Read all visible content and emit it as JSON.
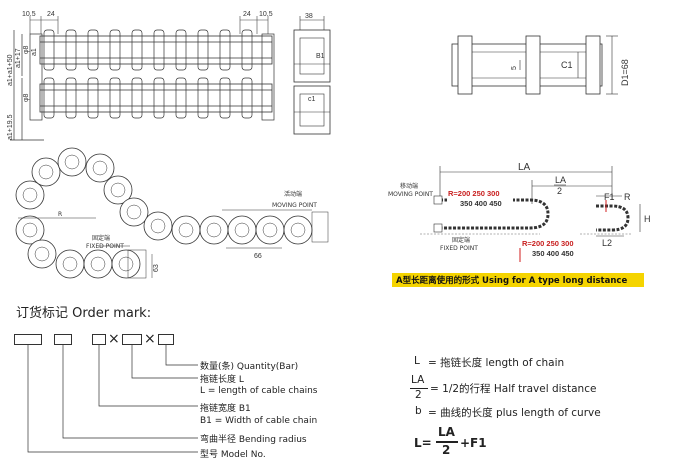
{
  "top_left": {
    "dims": {
      "d105a": "10.5",
      "d24a": "24",
      "d24b": "24",
      "d105b": "10.5",
      "d38": "38",
      "a1p17": "a1+17",
      "a1p50": "a1+a1+50",
      "a1p195": "a1+19.5",
      "b1": "B1",
      "c1": "c1",
      "a1": "a1",
      "phi": "φ8"
    }
  },
  "top_right": {
    "c1": "C1",
    "d1": "D1=68",
    "s": "5"
  },
  "mid_left": {
    "r": "R",
    "moving": "活动端",
    "moving_en": "MOVING POINT",
    "fixed": "固定端",
    "fixed_en": "FIXED POINT",
    "d66": "66",
    "d63": "63"
  },
  "mid_right": {
    "la": "LA",
    "la2_num": "LA",
    "la2_den": "2",
    "f1": "F1",
    "r": "R",
    "h": "H",
    "l2": "L2",
    "moving": "移动端",
    "moving_en": "MOVING POINT",
    "fixed": "固定端",
    "fixed_en": "FIXED POINT",
    "r_top1": "R=200 250 300",
    "r_top2": "350 400 450",
    "r_bot1": "R=200 250 300",
    "r_bot2": "350 400 450",
    "banner": "A型长距离使用的形式    Using for A type long distance"
  },
  "order": {
    "title": "订货标记 Order mark:",
    "x1": "×",
    "x2": "×",
    "lines": [
      "数量(条) Quantity(Bar)",
      "拖链长度 L",
      "L = length of cable chains",
      "拖链宽度 B1",
      "B1 = Width of cable chain",
      "弯曲半径 Bending radius",
      "型号 Model No."
    ]
  },
  "legend": {
    "l_sym": "L",
    "l_text": "= 拖链长度  length of chain",
    "la_num": "LA",
    "la_den": "2",
    "la_text": "= 1/2的行程  Half travel distance",
    "b_sym": "b",
    "b_text": "= 曲线的长度  plus length of curve",
    "f_left": "L=",
    "f_num": "LA",
    "f_den": "2",
    "f_right": "+F1"
  },
  "colors": {
    "banner": "#f5d400",
    "red": "#d21e1e",
    "ink": "#333333"
  }
}
